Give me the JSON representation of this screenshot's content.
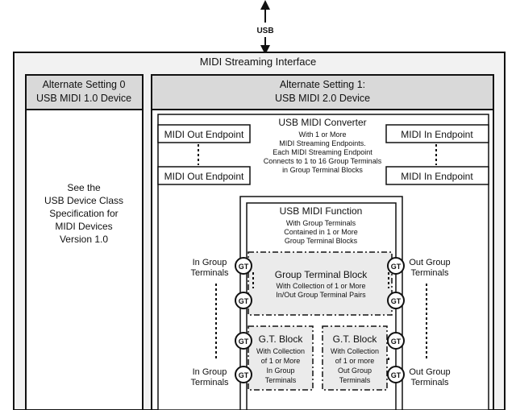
{
  "usb": {
    "label": "USB"
  },
  "interface": {
    "title": "MIDI Streaming Interface"
  },
  "alt0": {
    "title_line1": "Alternate Setting 0",
    "title_line2": "USB MIDI 1.0 Device",
    "body": [
      "See the",
      "USB Device Class",
      "Specification for",
      "MIDI Devices",
      "Version 1.0"
    ]
  },
  "alt1": {
    "title_line1": "Alternate Setting 1:",
    "title_line2": "USB MIDI 2.0 Device"
  },
  "converter": {
    "title": "USB MIDI Converter",
    "desc": [
      "With 1 or More",
      "MIDI Streaming Endpoints.",
      "Each MIDI Streaming Endpoint",
      "Connects to 1 to 16 Group Terminals",
      "in Group Terminal Blocks"
    ]
  },
  "endpoints": {
    "out_top": "MIDI Out Endpoint",
    "out_bottom": "MIDI Out Endpoint",
    "in_top": "MIDI In Endpoint",
    "in_bottom": "MIDI In Endpoint"
  },
  "function": {
    "title": "USB MIDI Function",
    "desc": [
      "With Group Terminals",
      "Contained in 1 or More",
      "Group Terminal Blocks"
    ]
  },
  "gt_block": {
    "title": "Group Terminal Block",
    "desc": [
      "With Collection of 1 or More",
      "In/Out Group Terminal Pairs"
    ]
  },
  "gt_block_in": {
    "title": "G.T. Block",
    "desc": [
      "With Collection",
      "of 1 or More",
      "In Group",
      "Terminals"
    ]
  },
  "gt_block_out": {
    "title": "G.T. Block",
    "desc": [
      "With Collection",
      "of 1 or more",
      "Out Group",
      "Terminals"
    ]
  },
  "terminal_labels": {
    "in_top": [
      "In Group",
      "Terminals"
    ],
    "in_bottom": [
      "In Group",
      "Terminals"
    ],
    "out_top": [
      "Out Group",
      "Terminals"
    ],
    "out_bottom": [
      "Out Group",
      "Terminals"
    ]
  },
  "gt_label": "GT",
  "colors": {
    "header_gray": "#d9d9d9",
    "block_gray": "#ebebeb",
    "outer_gray": "#f2f2f2",
    "line": "#111111"
  }
}
